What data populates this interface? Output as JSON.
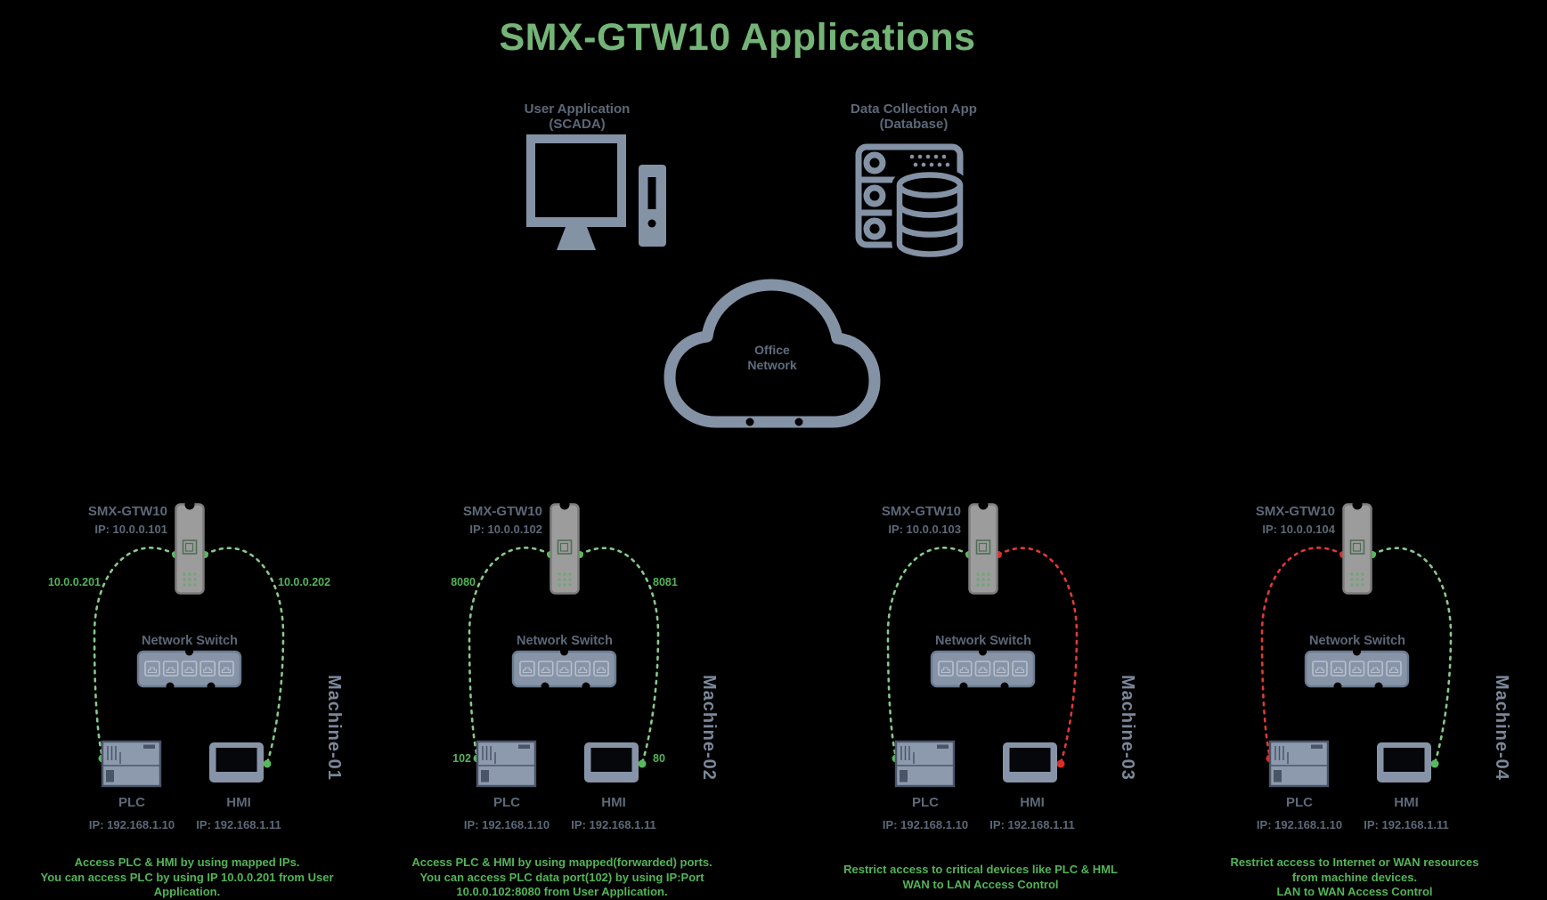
{
  "title": "SMX-GTW10 Applications",
  "colors": {
    "title_green": "#74b577",
    "note_green": "#53b457",
    "link_green": "#86c98a",
    "link_red": "#e03a35",
    "icon_slate": "#8492a6",
    "label_slate": "#5c6878"
  },
  "apps": {
    "user_app": {
      "label_line1": "User Application",
      "label_line2": "(SCADA)"
    },
    "data_app": {
      "label_line1": "Data Collection App",
      "label_line2": "(Database)"
    }
  },
  "office_network": {
    "label_line1": "Office",
    "label_line2": "Network"
  },
  "machines": [
    {
      "name": "Machine-01",
      "gateway_label": "SMX-GTW10",
      "gateway_ip": "IP: 10.0.0.101",
      "wan_left_label": "10.0.0.201",
      "wan_right_label": "10.0.0.202",
      "switch_label": "Network Switch",
      "plc_label": "PLC",
      "plc_ip": "IP: 192.168.1.10",
      "hmi_label": "HMI",
      "hmi_ip": "IP: 192.168.1.11",
      "left_link": "green",
      "right_link": "green",
      "note_lines": [
        "Access PLC & HMI by using mapped IPs.",
        "You can access PLC by using IP 10.0.0.201 from User",
        "Application."
      ]
    },
    {
      "name": "Machine-02",
      "gateway_label": "SMX-GTW10",
      "gateway_ip": "IP: 10.0.0.102",
      "wan_left_label": "8080",
      "wan_right_label": "8081",
      "port_left_label": "102",
      "port_right_label": "80",
      "switch_label": "Network Switch",
      "plc_label": "PLC",
      "plc_ip": "IP: 192.168.1.10",
      "hmi_label": "HMI",
      "hmi_ip": "IP: 192.168.1.11",
      "left_link": "green",
      "right_link": "green",
      "note_lines": [
        "Access PLC & HMI by using mapped(forwarded) ports.",
        "You can access PLC data port(102) by using IP:Port",
        "10.0.0.102:8080 from User Application."
      ]
    },
    {
      "name": "Machine-03",
      "gateway_label": "SMX-GTW10",
      "gateway_ip": "IP: 10.0.0.103",
      "switch_label": "Network Switch",
      "plc_label": "PLC",
      "plc_ip": "IP: 192.168.1.10",
      "hmi_label": "HMI",
      "hmi_ip": "IP: 192.168.1.11",
      "left_link": "green",
      "right_link": "red",
      "note_lines": [
        "Restrict access to critical devices like PLC & HML",
        "WAN to LAN Access Control"
      ]
    },
    {
      "name": "Machine-04",
      "gateway_label": "SMX-GTW10",
      "gateway_ip": "IP: 10.0.0.104",
      "switch_label": "Network Switch",
      "plc_label": "PLC",
      "plc_ip": "IP: 192.168.1.10",
      "hmi_label": "HMI",
      "hmi_ip": "IP: 192.168.1.11",
      "left_link": "red",
      "right_link": "green",
      "note_lines": [
        "Restrict access to Internet or WAN resources",
        "from machine devices.",
        "LAN to WAN Access Control"
      ]
    }
  ]
}
